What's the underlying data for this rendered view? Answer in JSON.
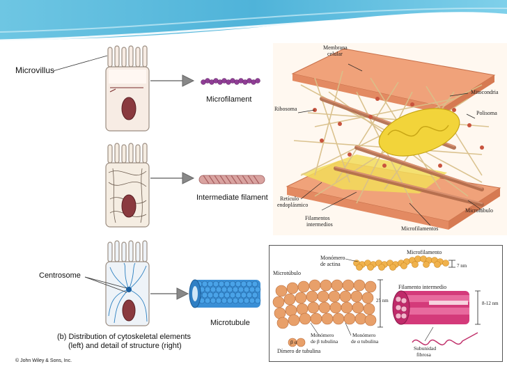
{
  "left_panel": {
    "labels": {
      "microvillus": "Microvillus",
      "microfilament": "Microfilament",
      "intermediate": "Intermediate filament",
      "centrosome": "Centrosome",
      "microtubule": "Microtubule"
    },
    "caption_line1": "(b) Distribution of cytoskeletal elements",
    "caption_line2": "(left) and detail of structure (right)",
    "copyright": "© John Wiley & Sons, Inc."
  },
  "top_right_panel": {
    "labels": {
      "membrana_1": "Membrana",
      "membrana_2": "celular",
      "mitocondria": "Mitocondria",
      "ribosoma": "Ribosoma",
      "polisoma": "Polisoma",
      "reticulo_1": "Retículo",
      "reticulo_2": "endoplásmico",
      "filamentos_1": "Filamentos",
      "filamentos_2": "intermedios",
      "microtubulo": "Microtúbulo",
      "microfilamentos": "Microfilamentos"
    }
  },
  "bottom_right_panel": {
    "labels": {
      "microfilamento": "Microfilamento",
      "monomero_actina_1": "Monómero",
      "monomero_actina_2": "de actina",
      "nm7": "7 nm",
      "microtubulo": "Microtúbulo",
      "filamento_intermedio": "Filamento intermedio",
      "nm25": "25 nm",
      "nm812": "8-12 nm",
      "beta_1": "Monómero",
      "beta_2": "de β tubulina",
      "alpha_1": "Monómero",
      "alpha_2": "de α tubulina",
      "subunidad_1": "Subunidad",
      "subunidad_2": "fibrosa",
      "dimer_glyphs": "β α",
      "dimero": "Dímero de tubulina"
    }
  }
}
